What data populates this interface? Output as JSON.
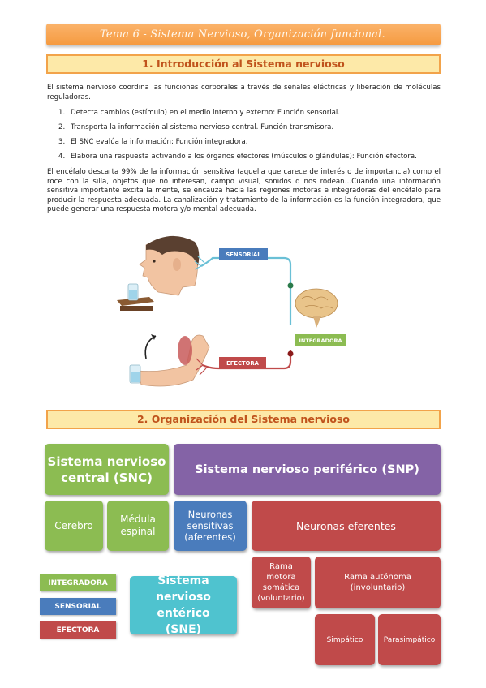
{
  "header": {
    "title": "Tema 6 - Sistema Nervioso, Organización funcional."
  },
  "section1": {
    "title": "1. Introducción al Sistema nervioso",
    "intro": "El sistema nervioso coordina las funciones corporales a través de señales eléctricas y liberación de moléculas reguladoras.",
    "items": [
      {
        "num": "1.",
        "text": "Detecta cambios (estímulo) en el medio interno y externo: Función sensorial."
      },
      {
        "num": "2.",
        "text": "Transporta la información al sistema nervioso central. Función transmisora."
      },
      {
        "num": "3.",
        "text": "El SNC evalúa la información: Función integradora."
      },
      {
        "num": "4.",
        "text": "Elabora una respuesta activando a los órganos efectores (músculos o glándulas): Función efectora."
      }
    ],
    "body": "El encéfalo descarta 99% de la información sensitiva (aquella que carece de interés o de importancia) como el roce con la silla, objetos que no interesan, campo visual, sonidos q nos rodean…Cuando una información sensitiva importante excita la mente, se encauza hacia las regiones motoras e integradoras del encéfalo para producir la respuesta adecuada. La canalización y tratamiento de la información es la función integradora, que puede generar una respuesta motora y/o mental adecuada."
  },
  "figure": {
    "label_sensorial": "SENSORIAL",
    "label_integradora": "INTEGRADORA",
    "label_efectora": "EFECTORA",
    "colors": {
      "sensorial": "#4a7cbc",
      "integradora": "#8cbc52",
      "efectora": "#c04a4a",
      "nerve_blue": "#6ac0d6",
      "nerve_red": "#c04a4a"
    }
  },
  "section2": {
    "title": "2. Organización del Sistema nervioso",
    "snc": "Sistema nervioso central (SNC)",
    "snp": "Sistema nervioso periférico (SNP)",
    "cerebro": "Cerebro",
    "medula": "Médula espinal",
    "aferentes": "Neuronas sensitivas (aferentes)",
    "eferentes": "Neuronas eferentes",
    "somatica": "Rama motora somática (voluntario)",
    "autonoma": "Rama autónoma (involuntario)",
    "simpatico": "Simpático",
    "parasimpatico": "Parasimpático",
    "sne": "Sistema nervioso entérico (SNE)",
    "legend": {
      "integradora": "INTEGRADORA",
      "sensorial": "SENSORIAL",
      "efectora": "EFECTORA"
    }
  }
}
